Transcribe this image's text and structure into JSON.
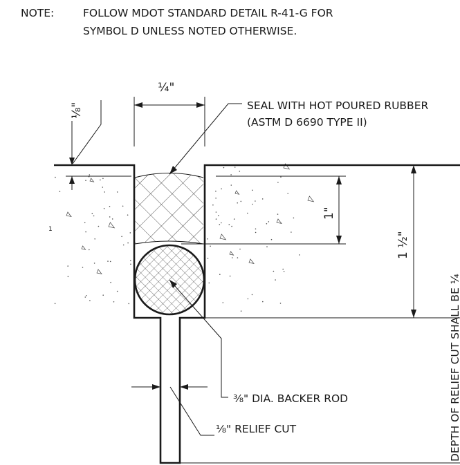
{
  "note": {
    "prefix": "NOTE:",
    "line1": "FOLLOW MDOT STANDARD DETAIL R-41-G FOR",
    "line2": "SYMBOL D UNLESS NOTED OTHERWISE."
  },
  "dimensions": {
    "joint_width": "¼\"",
    "recess_top": "⅛\"",
    "sealant_depth": "1\"",
    "joint_depth": "1 ½\""
  },
  "callouts": {
    "seal_line1": "SEAL WITH HOT POURED RUBBER",
    "seal_line2": "(ASTM D 6690 TYPE II)",
    "backer_rod": "⅜\" DIA. BACKER ROD",
    "relief_cut": "⅛\" RELIEF CUT",
    "relief_depth": "DEPTH OF RELIEF CUT SHALL BE ¼"
  },
  "stray_mark": "1",
  "colors": {
    "ink": "#1a1a1a",
    "background": "#ffffff"
  }
}
